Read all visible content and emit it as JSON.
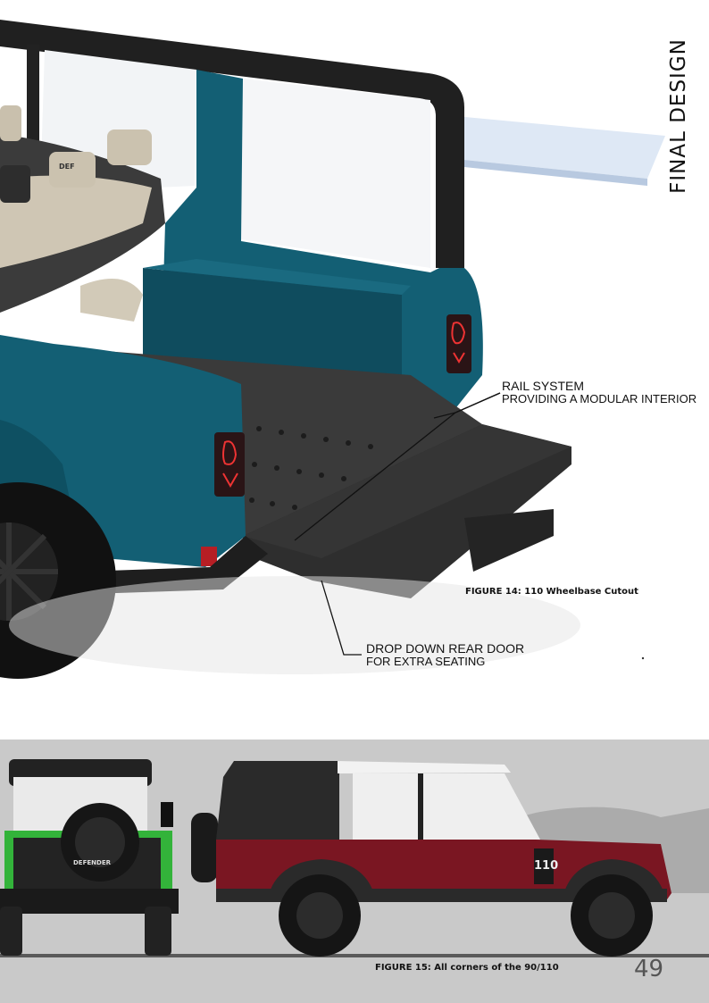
{
  "section_title": "FINAL DESIGN",
  "callouts": {
    "rail": {
      "title": "RAIL SYSTEM",
      "subtitle": "PROVIDING A MODULAR INTERIOR"
    },
    "door": {
      "title": "DROP DOWN REAR DOOR",
      "subtitle": "FOR EXTRA SEATING"
    }
  },
  "figures": {
    "fig14": "FIGURE 14: 110 Wheelbase Cutout",
    "fig15": "FIGURE 15: All corners of the 90/110"
  },
  "page_number": "49",
  "vehicle": {
    "plate_text": "110",
    "badge_text": "DEFENDER",
    "seat_badge": "DEF"
  },
  "colors": {
    "teal_body": "#135f74",
    "red_body": "#7a1622",
    "green_body": "#33b33a",
    "panel_bg": "#c9c9c9"
  }
}
